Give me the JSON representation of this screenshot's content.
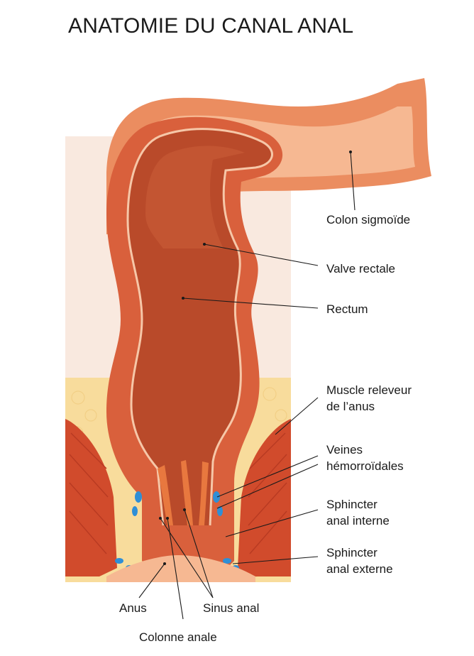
{
  "title": "ANATOMIE DU CANAL ANAL",
  "labels": {
    "colon_sigmoide": "Colon sigmoïde",
    "valve_rectale": "Valve rectale",
    "rectum": "Rectum",
    "muscle_releveur_1": "Muscle releveur",
    "muscle_releveur_2": "de l’anus",
    "veines_1": "Veines",
    "veines_2": "hémorroïdales",
    "sphincter_interne_1": "Sphincter",
    "sphincter_interne_2": "anal interne",
    "sphincter_externe_1": "Sphincter",
    "sphincter_externe_2": "anal externe",
    "anus": "Anus",
    "sinus_anal": "Sinus anal",
    "colonne_anale": "Colonne anale"
  },
  "colors": {
    "background_panel": "#f9e9df",
    "fat_tissue": "#f8dc9c",
    "muscle_layer": "#d9603c",
    "lumen": "#b94a2a",
    "outer_colon": "#eb8d60",
    "veins": "#2f8fd6"
  }
}
